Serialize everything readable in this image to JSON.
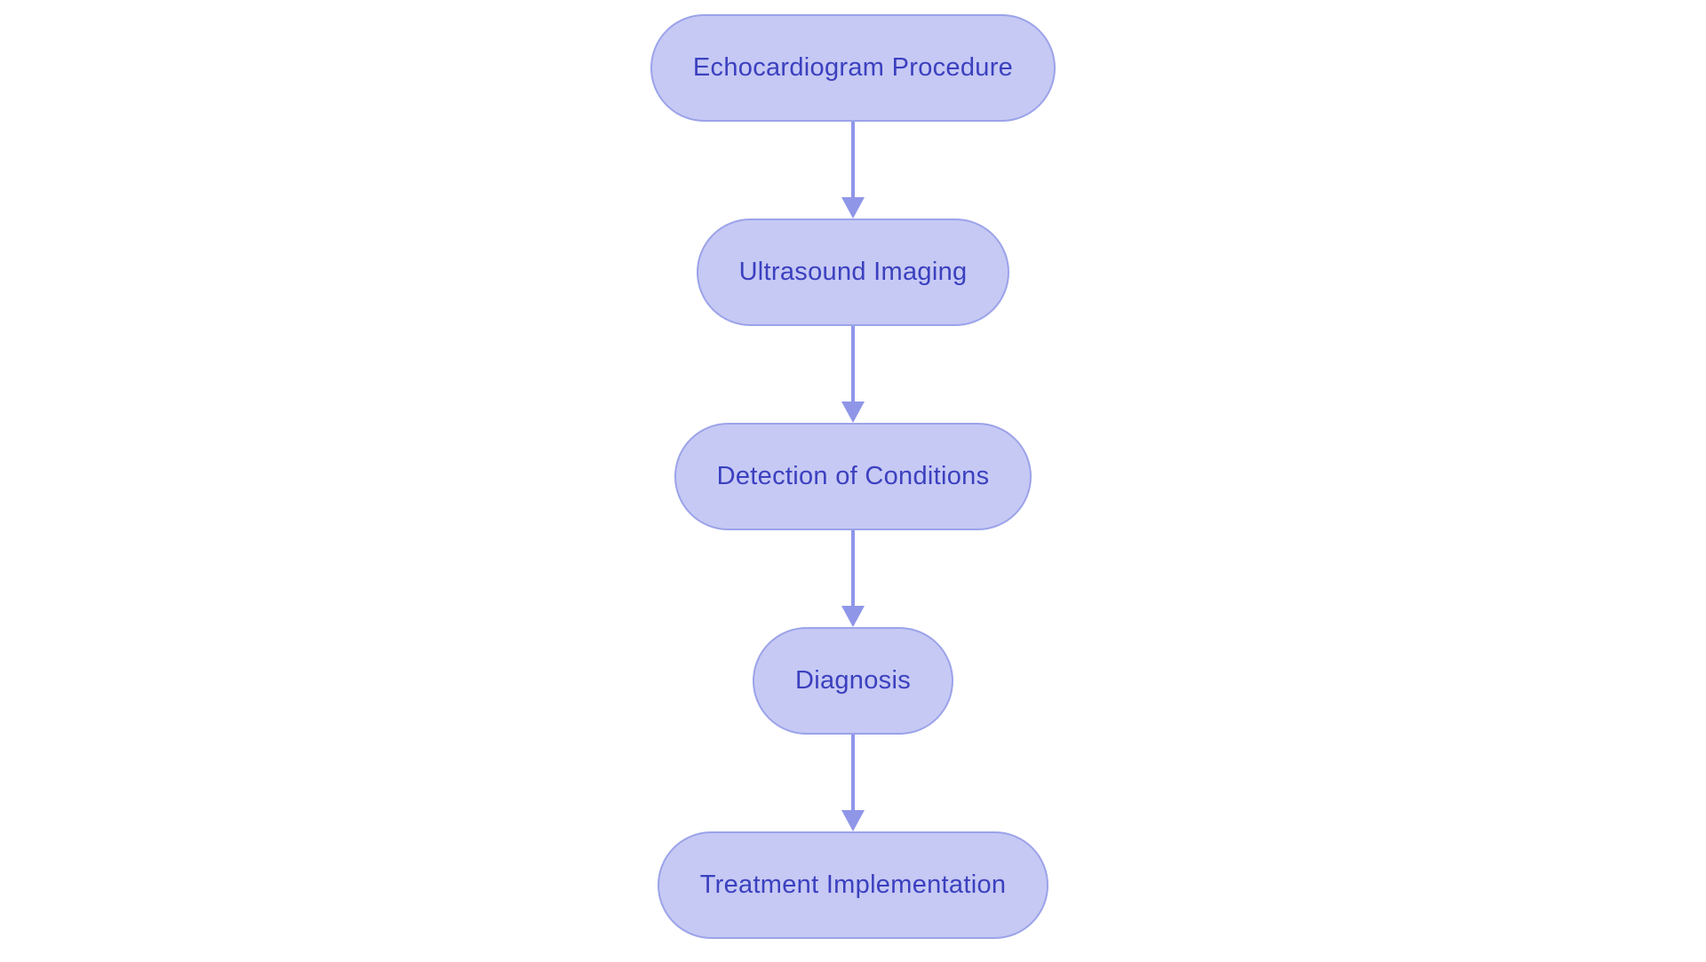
{
  "diagram": {
    "type": "flowchart",
    "flow_direction": "top-down",
    "background_color": "#ffffff",
    "node_fill_color": "#c6c9f4",
    "node_border_color": "#9ba3e9",
    "node_text_color": "#3b40bf",
    "arrow_color": "#8f96e8",
    "nodes": [
      {
        "id": "echocardiogram-procedure",
        "label": "Echocardiogram Procedure"
      },
      {
        "id": "ultrasound-imaging",
        "label": "Ultrasound Imaging"
      },
      {
        "id": "detection-of-conditions",
        "label": "Detection of Conditions"
      },
      {
        "id": "diagnosis",
        "label": "Diagnosis"
      },
      {
        "id": "treatment-implementation",
        "label": "Treatment Implementation"
      }
    ],
    "edges": [
      {
        "from": "Echocardiogram Procedure",
        "to": "Ultrasound Imaging"
      },
      {
        "from": "Ultrasound Imaging",
        "to": "Detection of Conditions"
      },
      {
        "from": "Detection of Conditions",
        "to": "Diagnosis"
      },
      {
        "from": "Diagnosis",
        "to": "Treatment Implementation"
      }
    ]
  }
}
